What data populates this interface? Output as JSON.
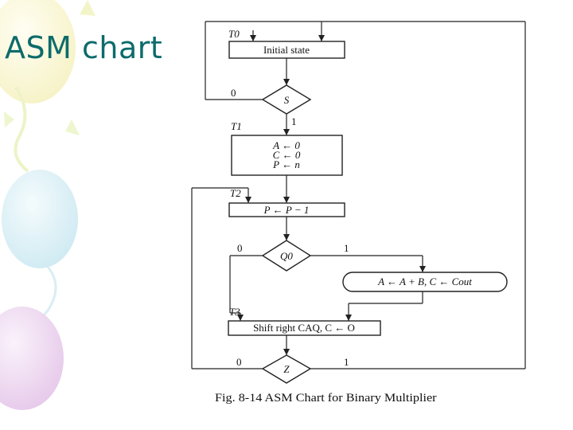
{
  "slide": {
    "title": "ASM chart"
  },
  "figure": {
    "caption": "Fig. 8-14  ASM Chart for Binary Multiplier",
    "states": {
      "t0": "T0",
      "t1": "T1",
      "t2": "T2",
      "t3": "T3"
    },
    "boxes": {
      "initial": "Initial state",
      "init_a": "A ← 0",
      "init_c": "C ← 0",
      "init_p": "P ← n",
      "decrement": "P ← P − 1",
      "add": "A ←  A + B, C ←  Cout",
      "shift": "Shift right CAQ, C ← O"
    },
    "decisions": {
      "s": "S",
      "q0": "Q0",
      "z": "Z"
    },
    "branch_labels": {
      "s_zero": "0",
      "s_one": "1",
      "q0_zero": "0",
      "q0_one": "1",
      "z_zero": "0",
      "z_one": "1"
    }
  },
  "colors": {
    "title": "#0d6b6b",
    "lines": "#222222"
  }
}
